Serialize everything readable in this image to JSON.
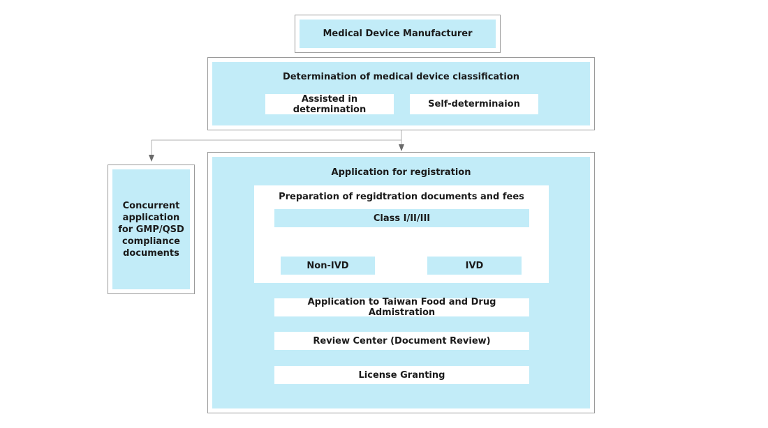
{
  "manufacturer": {
    "label": "Medical Device Manufacturer"
  },
  "classification": {
    "title": "Determination of medical device classification",
    "options": [
      "Assisted in determination",
      "Self-determinaion"
    ]
  },
  "concurrent": {
    "label": "Concurrent application for GMP/QSD compliance documents"
  },
  "registration": {
    "title": "Application for registration",
    "preparation": {
      "title": "Preparation of regidtration documents and fees",
      "class_label": "Class I/II/III",
      "branches": [
        "Non-IVD",
        "IVD"
      ]
    },
    "steps": [
      "Application to Taiwan Food and Drug Admistration",
      "Review Center (Document Review)",
      "License Granting"
    ]
  },
  "colors": {
    "fill": "#c2ecf8",
    "frame": "#9a9a9a",
    "connector": "#b0b0b0",
    "arrow": "#6a6a6a"
  }
}
